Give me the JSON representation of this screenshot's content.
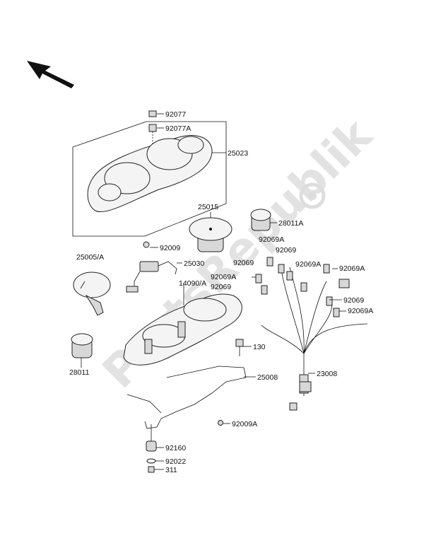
{
  "watermark": "PartsRepublik",
  "labels": {
    "p92077": "92077",
    "p92077a": "92077A",
    "p25023": "25023",
    "p25015": "25015",
    "p28011a": "28011A",
    "p92069a_top": "92069A",
    "p92069_a": "92069",
    "p92069_b": "92069",
    "p92069a_c": "92069A",
    "p92069a_d": "92069A",
    "p92069a_e": "92069A",
    "p92069_f": "92069",
    "p92069_g": "92069",
    "p92069a_h": "92069A",
    "p92009": "92009",
    "p25005a": "25005/A",
    "p25030": "25030",
    "p14090a": "14090/A",
    "p130": "130",
    "p25008": "25008",
    "p23008": "23008",
    "p28011": "28011",
    "p92009a": "92009A",
    "p92160": "92160",
    "p92022": "92022",
    "p311": "311"
  },
  "icons": {
    "direction": "front-direction-arrow-icon",
    "logo": "gear-logo-icon"
  }
}
